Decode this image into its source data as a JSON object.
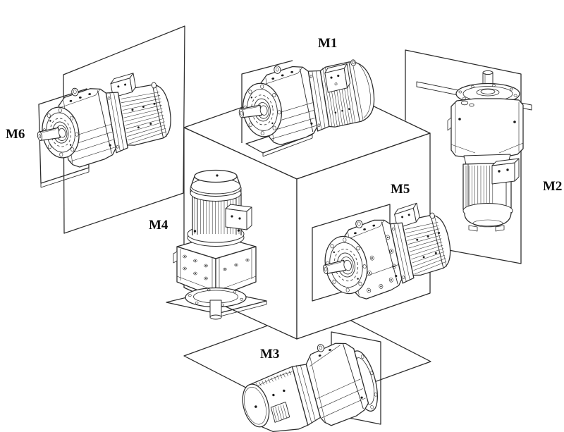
{
  "figure": {
    "background": "#ffffff",
    "line_color": "#2b2b2b",
    "description": "Mounting positions M1-M6 of helical gearmotors arranged around a cube"
  },
  "labels": {
    "m1": "M1",
    "m2": "M2",
    "m3": "M3",
    "m4": "M4",
    "m5": "M5",
    "m6": "M6"
  }
}
